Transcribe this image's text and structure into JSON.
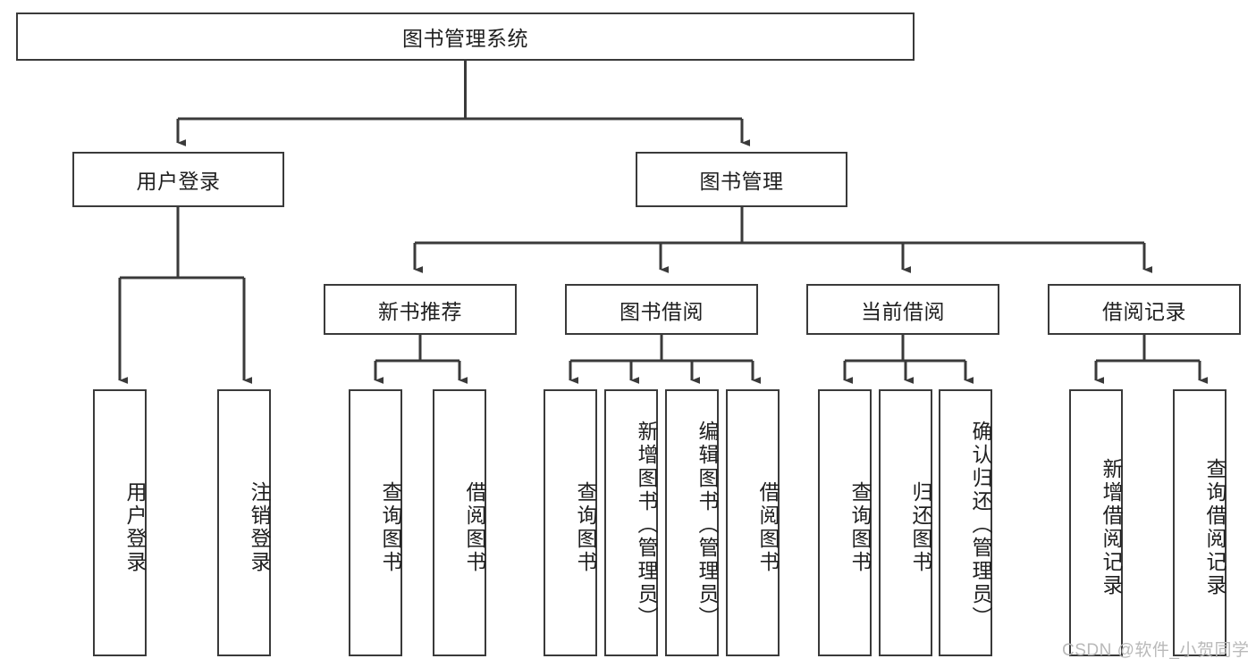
{
  "diagram": {
    "title": "图书管理系统",
    "type": "tree-hierarchy-chart",
    "root": {
      "label": "图书管理系统"
    },
    "level2": [
      {
        "label": "用户登录"
      },
      {
        "label": "图书管理"
      }
    ],
    "level3": [
      {
        "label": "新书推荐"
      },
      {
        "label": "图书借阅"
      },
      {
        "label": "当前借阅"
      },
      {
        "label": "借阅记录"
      }
    ],
    "leaves": {
      "user_login": [
        {
          "label": "用户登录"
        },
        {
          "label": "注销登录"
        }
      ],
      "new_book_recommend": [
        {
          "label": "查询图书"
        },
        {
          "label": "借阅图书"
        }
      ],
      "book_borrow": [
        {
          "label": "查询图书"
        },
        {
          "label": "新增图书（管理员）"
        },
        {
          "label": "编辑图书（管理员）"
        },
        {
          "label": "借阅图书"
        }
      ],
      "current_borrow": [
        {
          "label": "查询图书"
        },
        {
          "label": "归还图书"
        },
        {
          "label": "确认归还（管理员）"
        }
      ],
      "borrow_record": [
        {
          "label": "新增借阅记录"
        },
        {
          "label": "查询借阅记录"
        }
      ]
    }
  },
  "watermark": {
    "text": "CSDN @软件_小贺同学"
  },
  "colors": {
    "stroke": "#3a3a3a",
    "background": "#ffffff",
    "text": "#1f1f1f",
    "watermark": "#b9b9b9"
  }
}
